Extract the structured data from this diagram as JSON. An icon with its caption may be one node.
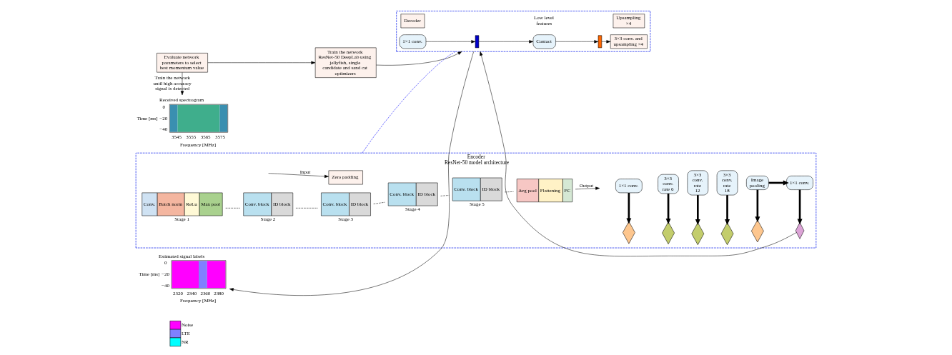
{
  "diagram": {
    "nodes": [
      {
        "text": [
          "Received spectrogram",
          "Time [ms]",
          "0",
          "−20",
          "−40",
          "3545",
          "3555",
          "3565",
          "3575",
          "Frequency [MHz]"
        ]
      },
      {
        "text": [
          "Encoder",
          "ResNet-50 model architecture"
        ]
      },
      {
        "text": [
          "Zero padding"
        ],
        "in": 1
      },
      {
        "text": [
          "Conv.",
          "Batch norm",
          "ReLu",
          "Max pool"
        ],
        "beside": [
          "Stage 1"
        ],
        "in": 1
      },
      {
        "text": [
          "Conv. block",
          "ID block"
        ],
        "beside": [
          "Stage 2"
        ],
        "in": 1
      },
      {
        "text": [
          "Conv. block",
          "ID block"
        ],
        "beside": [
          "Stage 3"
        ],
        "in": 1
      },
      {
        "text": [
          "Conv. block",
          "ID block"
        ],
        "beside": [
          "Stage 4"
        ],
        "in": 1
      },
      {
        "text": [
          "Conv. block",
          "ID block"
        ],
        "beside": [
          "Stage 5"
        ],
        "in": 1
      },
      {
        "text": [
          "Avg pool",
          "Flattening",
          "FC"
        ],
        "in": 1
      },
      {
        "text": [
          "1×1 conv."
        ],
        "in": 1
      },
      {
        "text": [
          "3×3 conv. rate 6"
        ],
        "in": 1
      },
      {
        "text": [
          "3×3 conv. rate 12"
        ],
        "in": 1
      },
      {
        "text": [
          "3×3 conv. rate 18"
        ],
        "in": 1
      },
      {
        "text": [
          "Image pooling"
        ],
        "in": 1
      },
      {
        "text": [],
        "shape": "diamond",
        "in": 1
      },
      {
        "text": [],
        "shape": "diamond",
        "in": 1
      },
      {
        "text": [],
        "shape": "diamond",
        "in": 1
      },
      {
        "text": [],
        "shape": "diamond",
        "in": 1
      },
      {
        "text": [],
        "shape": "diamond",
        "in": 1
      },
      {
        "text": [
          "1×1 conv."
        ],
        "in": 1
      },
      {
        "text": [],
        "shape": "diamond",
        "in": 1
      },
      {
        "text": [
          "Evaluate network parameters to select best momentum value"
        ]
      },
      {
        "text": [
          "Train the network ResNet-50 DeepLab using jellyfish, single candidate and sand cat optimizers"
        ]
      },
      {
        "text": [],
        "shape": "box"
      },
      {
        "text": [
          "Decoder"
        ],
        "in": 23
      },
      {
        "text": [
          "Upsampling ×4"
        ],
        "in": 23
      },
      {
        "text": [
          "1×1 conv."
        ],
        "in": 23
      },
      {
        "text": [],
        "shape": "box",
        "in": 23
      },
      {
        "text": [
          "Contact"
        ],
        "in": 23
      },
      {
        "text": [],
        "shape": "box",
        "in": 23
      },
      {
        "text": [
          "3×3 conv. and upsampling ×4"
        ],
        "in": 23
      },
      {
        "text": [
          "Estimated signal labels",
          "Time [ms]",
          "0",
          "−20",
          "−40",
          "2320",
          "2340",
          "2360",
          "2380",
          "Frequency [MHz]"
        ]
      }
    ],
    "edges": [
      {
        "from": null,
        "to": 2,
        "arrow": "to",
        "label": "Input"
      },
      {
        "from": 3,
        "to": 4,
        "arrow": "none",
        "style": "dashed"
      },
      {
        "from": 4,
        "to": 5,
        "arrow": "none",
        "style": "dashed"
      },
      {
        "from": 5,
        "to": 6,
        "arrow": "none",
        "style": "dashed"
      },
      {
        "from": 6,
        "to": 7,
        "arrow": "none",
        "style": "dashed"
      },
      {
        "from": 7,
        "to": 8,
        "arrow": "none",
        "style": "dashed"
      },
      {
        "from": 8,
        "to": null,
        "arrow": "to",
        "label": "Output"
      },
      {
        "from": 9,
        "to": 14,
        "arrow": "to",
        "style": "thick"
      },
      {
        "from": 10,
        "to": 15,
        "arrow": "to",
        "style": "thick"
      },
      {
        "from": 11,
        "to": 16,
        "arrow": "to",
        "style": "thick"
      },
      {
        "from": 12,
        "to": 17,
        "arrow": "to",
        "style": "thick"
      },
      {
        "from": 13,
        "to": 18,
        "arrow": "to",
        "style": "thick"
      },
      {
        "from": 13,
        "to": 19,
        "arrow": "to",
        "style": "thick"
      },
      {
        "from": 19,
        "to": 20,
        "arrow": "to",
        "style": "thick"
      },
      {
        "from": 20,
        "to": 23,
        "arrow": "to"
      },
      {
        "from": 1,
        "to": 23,
        "arrow": "none",
        "style": "dashed",
        "color": "#0000ff"
      },
      {
        "from": 21,
        "to": 0,
        "arrow": "to",
        "label": "Train the network until high accuracy signal is detected"
      },
      {
        "from": 21,
        "to": 22,
        "arrow": "to"
      },
      {
        "from": 22,
        "to": 23,
        "arrow": "to"
      },
      {
        "from": 26,
        "to": 27,
        "arrow": "to"
      },
      {
        "from": 27,
        "to": 28,
        "arrow": "to"
      },
      {
        "from": 28,
        "to": 29,
        "arrow": "to"
      },
      {
        "from": 29,
        "to": 30,
        "arrow": "to"
      },
      {
        "from": 23,
        "to": 31,
        "arrow": "to"
      }
    ],
    "labels": [
      "Low level features"
    ],
    "legend": [
      {
        "text": "Noise",
        "color": "#ff00ff"
      },
      {
        "text": "LTE",
        "color": "#8080ff"
      },
      {
        "text": "NR",
        "color": "#00ffff"
      }
    ]
  }
}
